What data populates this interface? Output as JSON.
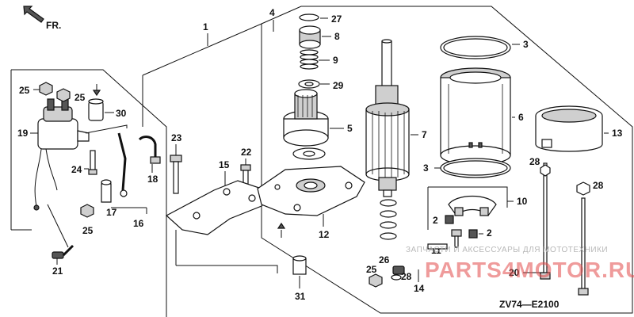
{
  "direction_label": "FR.",
  "diagram_code": "ZV74—E2100",
  "watermark": {
    "line1": "ЗАПЧАСТИ И АКСЕССУАРЫ ДЛЯ МОТОТЕХНИКИ",
    "line2": "PARTS4MOTOR.RU"
  },
  "callouts": {
    "c1": "1",
    "c2a": "2",
    "c2b": "2",
    "c3a": "3",
    "c3b": "3",
    "c4": "4",
    "c5": "5",
    "c6": "6",
    "c7": "7",
    "c8": "8",
    "c9": "9",
    "c10": "10",
    "c11": "11",
    "c12": "12",
    "c13": "13",
    "c14": "14",
    "c15": "15",
    "c16": "16",
    "c17": "17",
    "c18": "18",
    "c19": "19",
    "c20": "20",
    "c21": "21",
    "c22": "22",
    "c23": "23",
    "c24": "24",
    "c25a": "25",
    "c25b": "25",
    "c25c": "25",
    "c25d": "25",
    "c26": "26",
    "c27": "27",
    "c28a": "28",
    "c28b": "28",
    "c28c": "28",
    "c29": "29",
    "c30": "30",
    "c31": "31"
  }
}
